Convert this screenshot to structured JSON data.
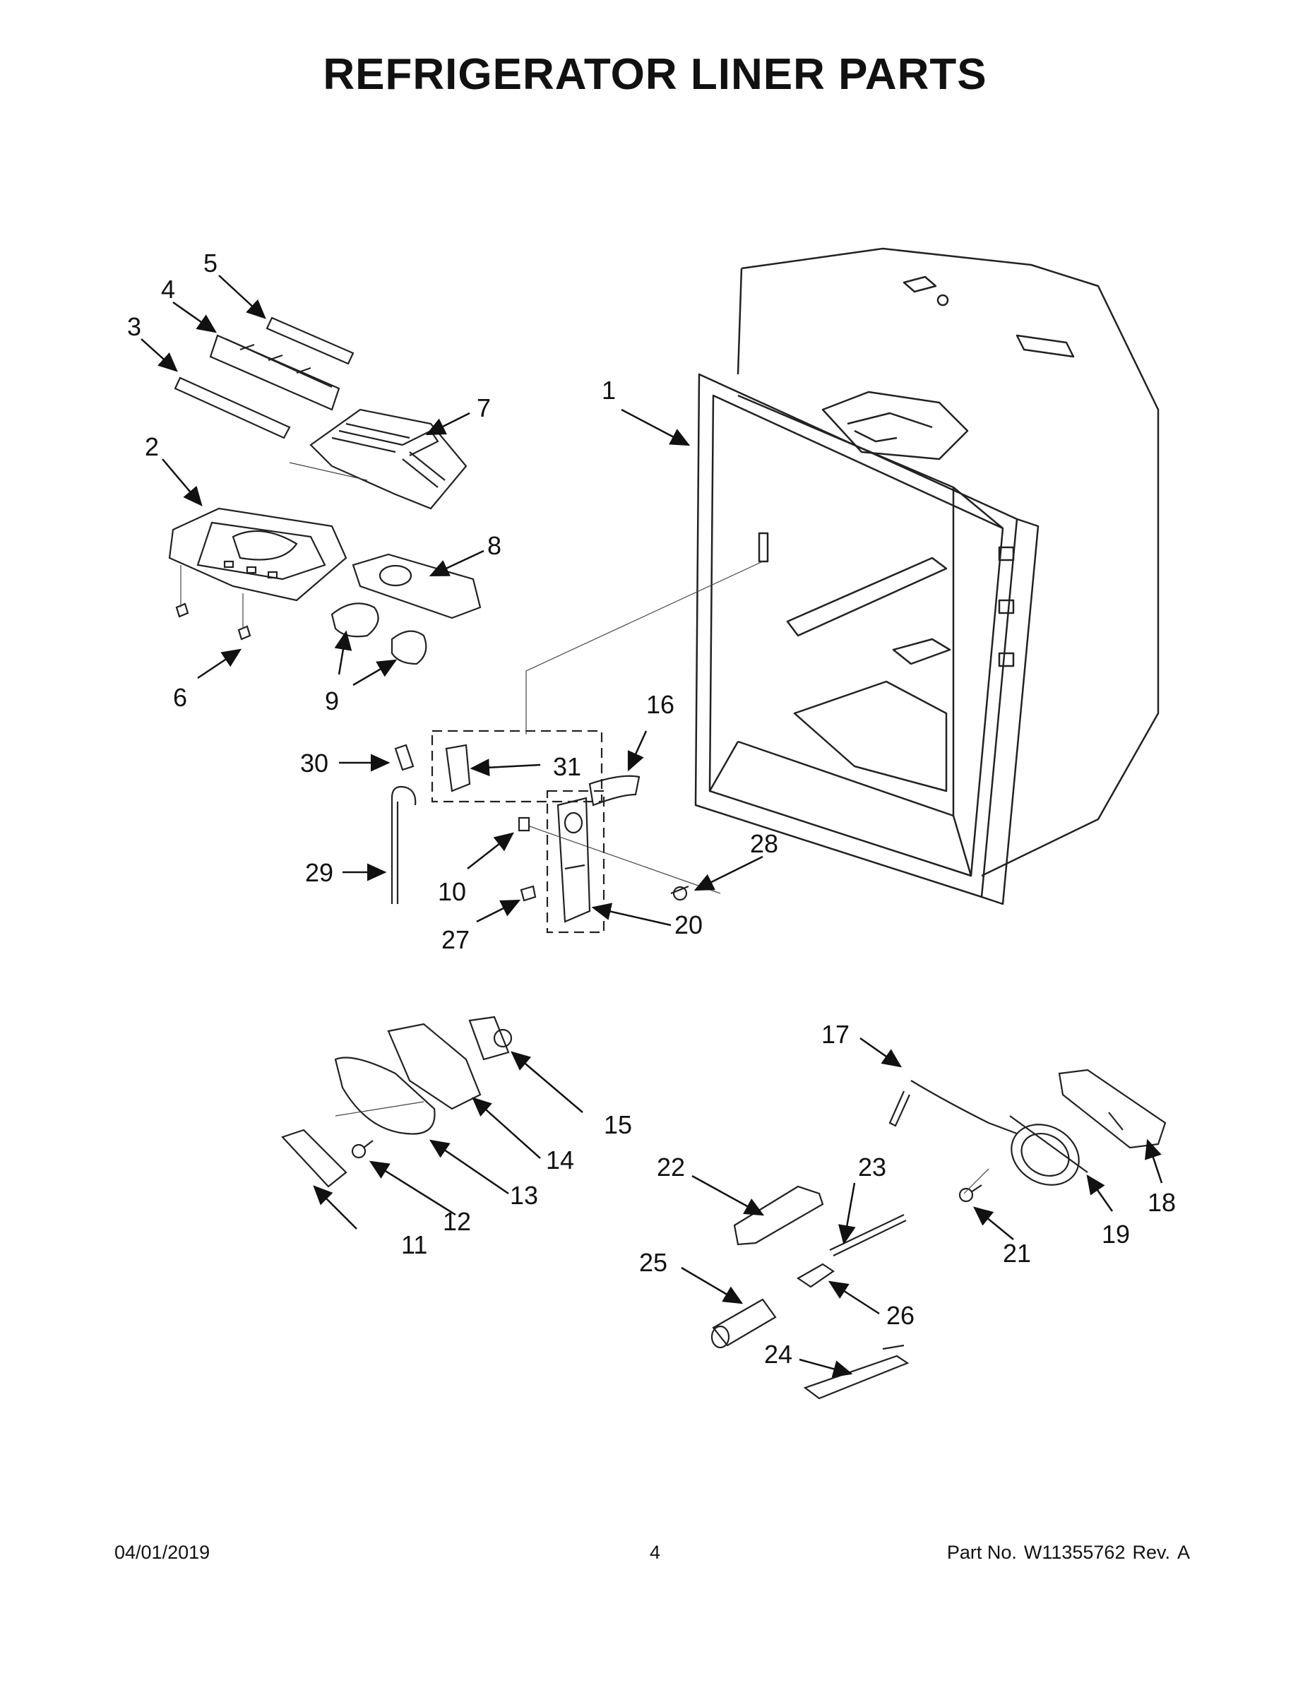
{
  "title": "REFRIGERATOR LINER PARTS",
  "callouts": [
    "1",
    "2",
    "3",
    "4",
    "5",
    "6",
    "7",
    "8",
    "9",
    "10",
    "11",
    "12",
    "13",
    "14",
    "15",
    "16",
    "17",
    "18",
    "19",
    "20",
    "21",
    "22",
    "23",
    "24",
    "25",
    "26",
    "27",
    "28",
    "29",
    "30",
    "31"
  ],
  "footer": {
    "date": "04/01/2019",
    "page": "4",
    "part_label": "Part No.",
    "part_number": "W11355762",
    "rev_label": "Rev.",
    "rev": "A"
  },
  "colors": {
    "line": "#222222",
    "background": "#ffffff"
  }
}
